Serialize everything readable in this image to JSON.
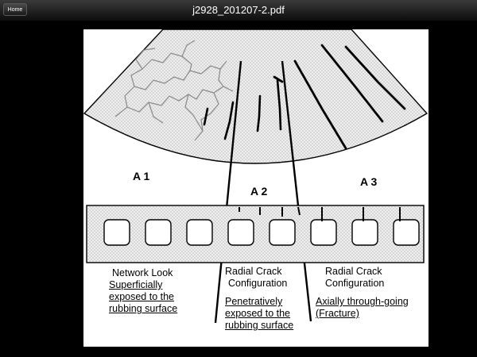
{
  "toolbar": {
    "home_label": "Home",
    "document_title": "j2928_201207-2.pdf"
  },
  "figure": {
    "zones": [
      "A 1",
      "A 2",
      "A 3"
    ],
    "captions": {
      "network": {
        "heading": "Network Look",
        "detail": [
          "Superficially",
          "exposed to the",
          "rubbing surface"
        ]
      },
      "radial": {
        "heading": [
          "Radial Crack",
          "Configuration"
        ],
        "detail": [
          "Penetratively",
          "exposed to the",
          "rubbing surface"
        ]
      },
      "axial": {
        "heading": [
          "Radial Crack",
          "Configuration"
        ],
        "detail": [
          "Axially through-going",
          "(Fracture)"
        ]
      }
    }
  }
}
